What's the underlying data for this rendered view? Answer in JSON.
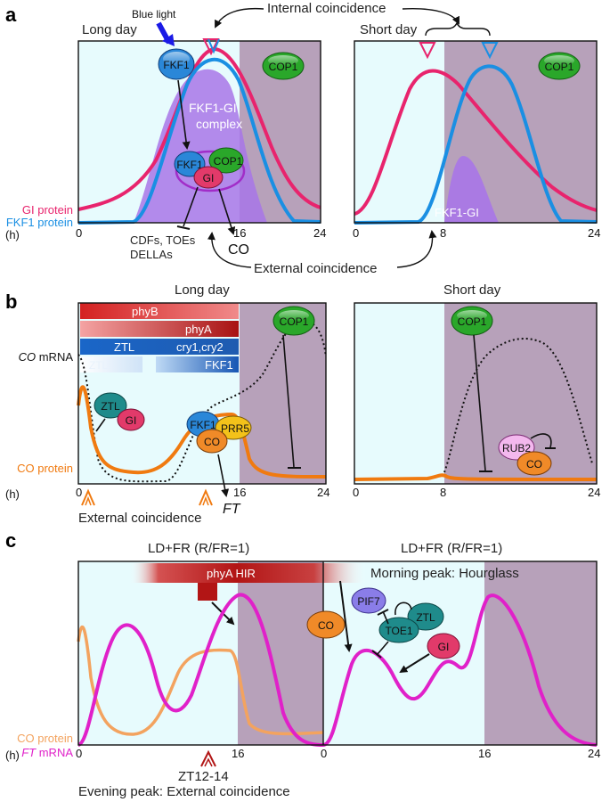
{
  "colors": {
    "gi": "#e8246d",
    "fkf1": "#1a8fe3",
    "co_protein": "#f07a10",
    "co_protein_light": "#f3a35f",
    "ft": "#e021c9",
    "day_bg": "#e7fbfd",
    "night_bg": "#b7a1ba",
    "complex": "#a875e8",
    "cop1": "#2aa72a",
    "blue_light": "#1a1ae6",
    "phyA_hir": "#b21515"
  },
  "panel_a": {
    "label": "a",
    "long_day_title": "Long day",
    "short_day_title": "Short day",
    "blue_light": "Blue light",
    "internal_coincidence": "Internal coincidence",
    "external_coincidence": "External coincidence",
    "complex_label_1": "FKF1-GI",
    "complex_label_2": "complex",
    "fkf1_gi_short": "FKF1-GI",
    "gi_protein": "GI protein",
    "fkf1_protein": "FKF1 protein",
    "hours": "(h)",
    "ticks_long": [
      "0",
      "16",
      "24"
    ],
    "ticks_short": [
      "0",
      "8",
      "24"
    ],
    "targets_1": "CDFs, TOEs",
    "targets_2": "DELLAs",
    "co": "CO",
    "proteins": {
      "fkf1": "FKF1",
      "cop1": "COP1",
      "gi": "GI"
    }
  },
  "panel_b": {
    "label": "b",
    "long_day_title": "Long day",
    "short_day_title": "Short day",
    "co_mrna_italic": "CO",
    "co_mrna_rest": " mRNA",
    "co_protein": "CO protein",
    "hours": "(h)",
    "ticks_long": [
      "0",
      "16",
      "24"
    ],
    "ticks_short": [
      "0",
      "8",
      "24"
    ],
    "bars": {
      "phyB": "phyB",
      "phyA": "phyA",
      "ztl": "ZTL",
      "cry": "cry1,cry2",
      "ztl_faded": "ZTL",
      "fkf1": "FKF1"
    },
    "external_coincidence": "External coincidence",
    "ft": "FT",
    "proteins": {
      "ztl": "ZTL",
      "gi": "GI",
      "fkf1": "FKF1",
      "co": "CO",
      "prr5": "PRR5",
      "cop1": "COP1",
      "rub2": "RUB2",
      "co_short": "CO"
    }
  },
  "panel_c": {
    "label": "c",
    "title_left": "LD+FR (R/FR=1)",
    "title_right": "LD+FR (R/FR=1)",
    "phyA_hir": "phyA  HIR",
    "morning_peak": "Morning peak: Hourglass",
    "co_protein": "CO protein",
    "ft_italic": "FT",
    "ft_rest": " mRNA",
    "hours": "(h)",
    "ticks": [
      "0",
      "16",
      "0",
      "16",
      "24"
    ],
    "zt": "ZT12-14",
    "evening_peak": "Evening peak: External coincidence",
    "proteins": {
      "co": "CO",
      "pif7": "PIF7",
      "ztl": "ZTL",
      "toe1": "TOE1",
      "gi": "GI"
    }
  }
}
